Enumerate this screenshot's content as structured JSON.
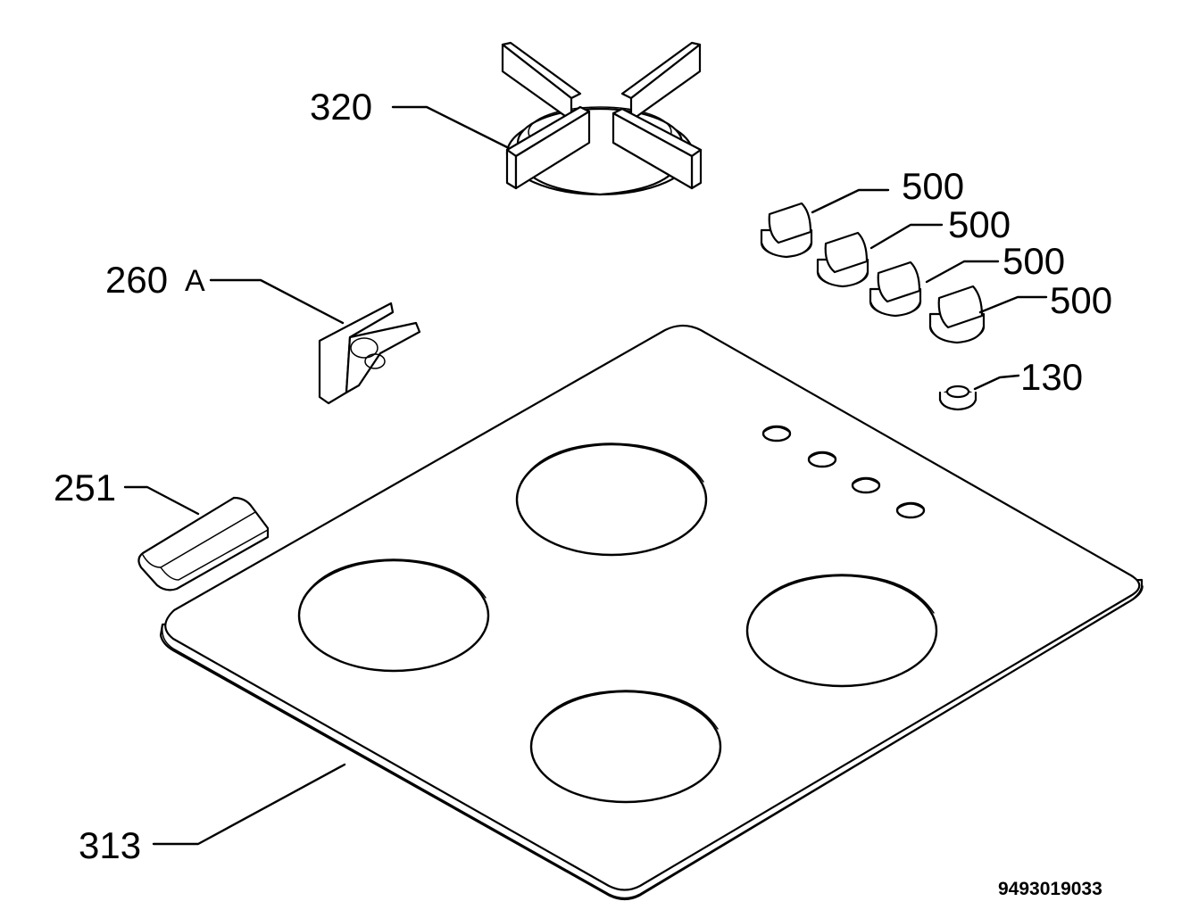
{
  "callouts": {
    "grate": "320",
    "clip": "260",
    "clip_suffix": "A",
    "bracket": "251",
    "knob_1": "500",
    "knob_2": "500",
    "knob_3": "500",
    "knob_4": "500",
    "button": "130",
    "hob_top": "313"
  },
  "document_number": "9493019033"
}
